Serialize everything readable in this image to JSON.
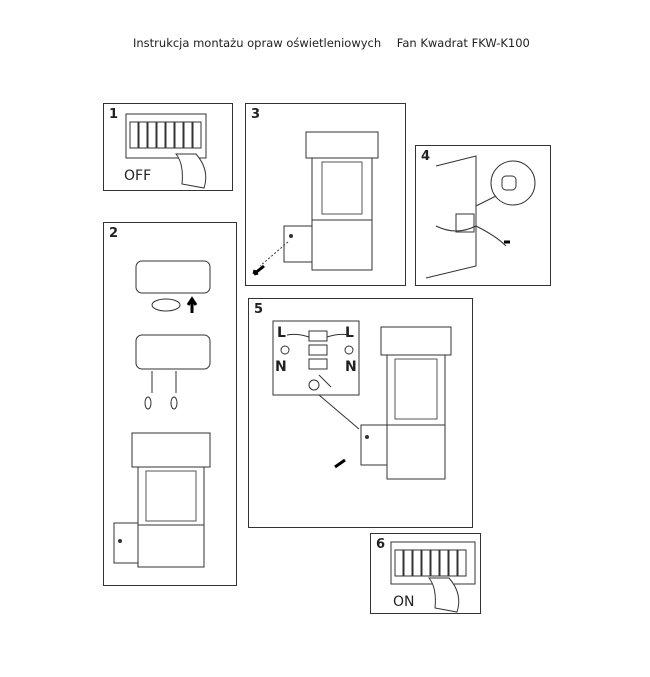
{
  "header": {
    "title": "Instrukcja montażu opraw oświetleniowych",
    "product": "Fan Kwadrat FKW-K100"
  },
  "steps": [
    {
      "number": "1",
      "label": "OFF"
    },
    {
      "number": "2"
    },
    {
      "number": "3"
    },
    {
      "number": "4"
    },
    {
      "number": "5",
      "wire_labels": [
        "L",
        "L",
        "N",
        "N"
      ]
    },
    {
      "number": "6",
      "label": "ON"
    }
  ]
}
